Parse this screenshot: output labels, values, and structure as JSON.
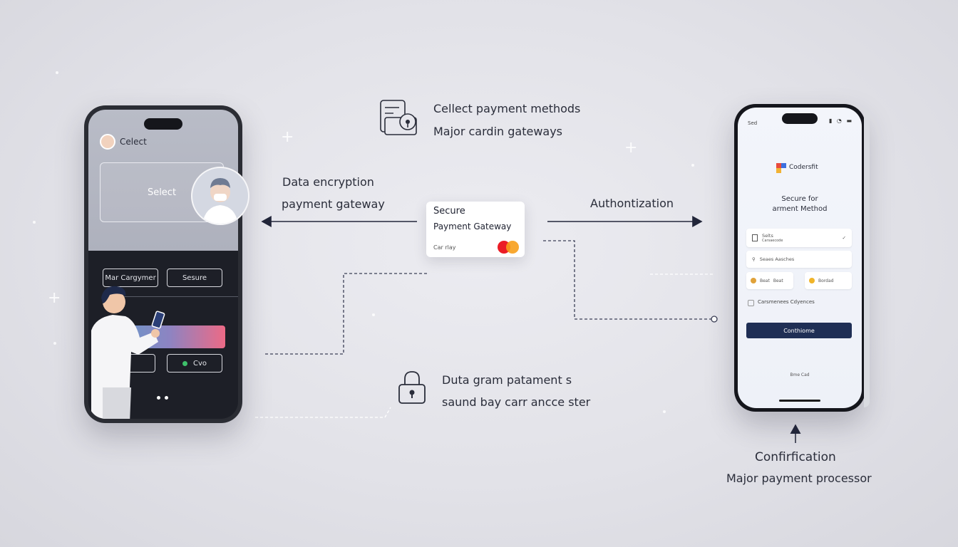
{
  "left_phone": {
    "header_title": "Celect",
    "select_label": "Select",
    "button_1": "Mar Cargymer",
    "button_2": "Sesure",
    "button_3": "Cvo"
  },
  "top_note": {
    "line1": "Cellect payment methods",
    "line2": "Major cardin gateways"
  },
  "left_arrow_label": {
    "line1": "Data encryption",
    "line2": "payment gateway"
  },
  "center_card": {
    "line1": "Secure",
    "line2": "Payment Gateway",
    "line3": "Car rlay",
    "brand_colors": [
      "#eb1c26",
      "#f79e1b"
    ]
  },
  "right_arrow_label": "Authontization",
  "bottom_note": {
    "line1": "Duta gram patament s",
    "line2": "saund bay carr ancce ster"
  },
  "right_phone": {
    "status_time": "Sed",
    "brand": "Codersfit",
    "heading_line1": "Secure for",
    "heading_line2": "arment Method",
    "field_1_title": "Selts",
    "field_1_sub": "Carsaecode",
    "field_2": "Seaes Aasches",
    "mini_1a": "Beat",
    "mini_1b": "Beat",
    "mini_2": "Bordad",
    "checkbox_label": "Carsmenees Cdyences",
    "confirm_button": "Conthiome",
    "footer": "Bme Cad",
    "accent_color": "#1f2f55"
  },
  "confirmation_label": {
    "line1": "Confirfication",
    "line2": "Major payment processor"
  },
  "icons": [
    "card-scan-icon",
    "padlock-icon",
    "mastercard-logo",
    "brand-logo-icon"
  ]
}
